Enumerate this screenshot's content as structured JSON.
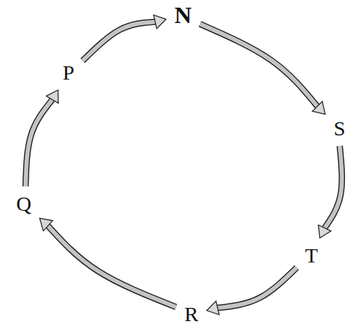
{
  "diagram": {
    "nodes": [
      {
        "text": [
          "N"
        ]
      },
      {
        "text": [
          "S"
        ]
      },
      {
        "text": [
          "T"
        ]
      },
      {
        "text": [
          "R"
        ]
      },
      {
        "text": [
          "Q"
        ]
      },
      {
        "text": [
          "P"
        ]
      }
    ],
    "edges": [
      {
        "from": 0,
        "to": 1,
        "arrow": "to"
      },
      {
        "from": 1,
        "to": 2,
        "arrow": "to"
      },
      {
        "from": 2,
        "to": 3,
        "arrow": "to"
      },
      {
        "from": 3,
        "to": 4,
        "arrow": "to"
      },
      {
        "from": 4,
        "to": 5,
        "arrow": "to"
      },
      {
        "from": 5,
        "to": 0,
        "arrow": "to"
      }
    ]
  }
}
